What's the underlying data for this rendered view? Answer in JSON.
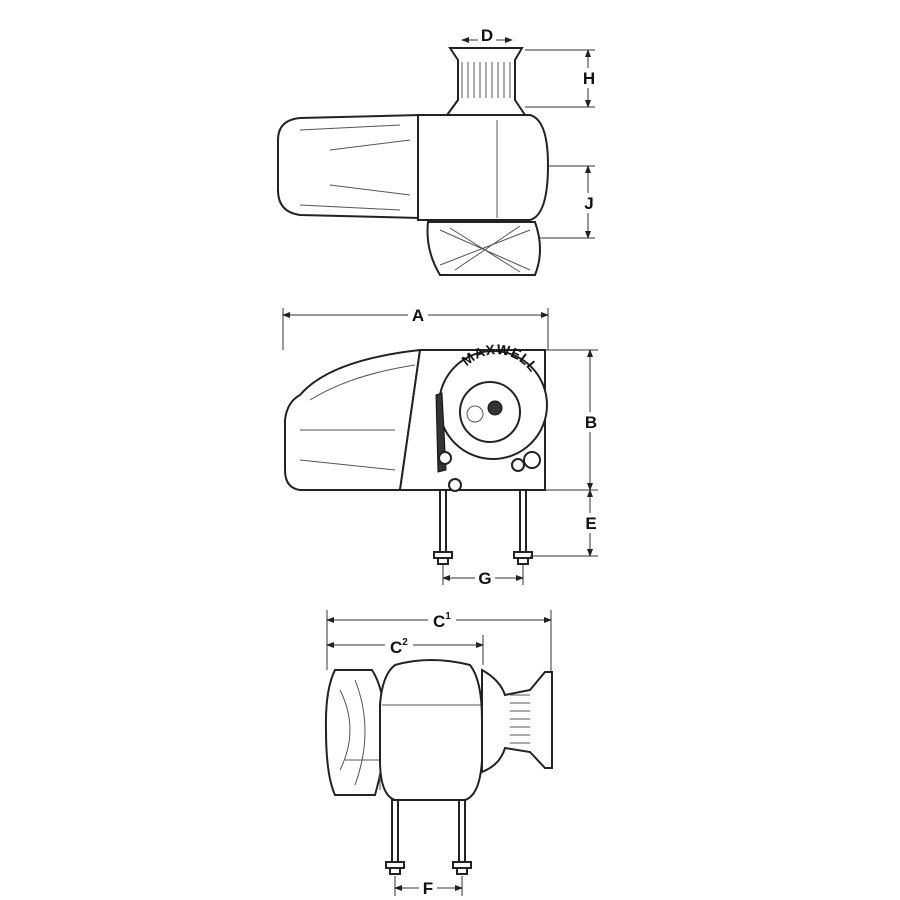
{
  "labels": {
    "A": "A",
    "B": "B",
    "C1": "C",
    "C1_sup": "1",
    "C2": "C",
    "C2_sup": "2",
    "D": "D",
    "E": "E",
    "F": "F",
    "G": "G",
    "H": "H",
    "J": "J"
  },
  "logo": "MAXWELL"
}
